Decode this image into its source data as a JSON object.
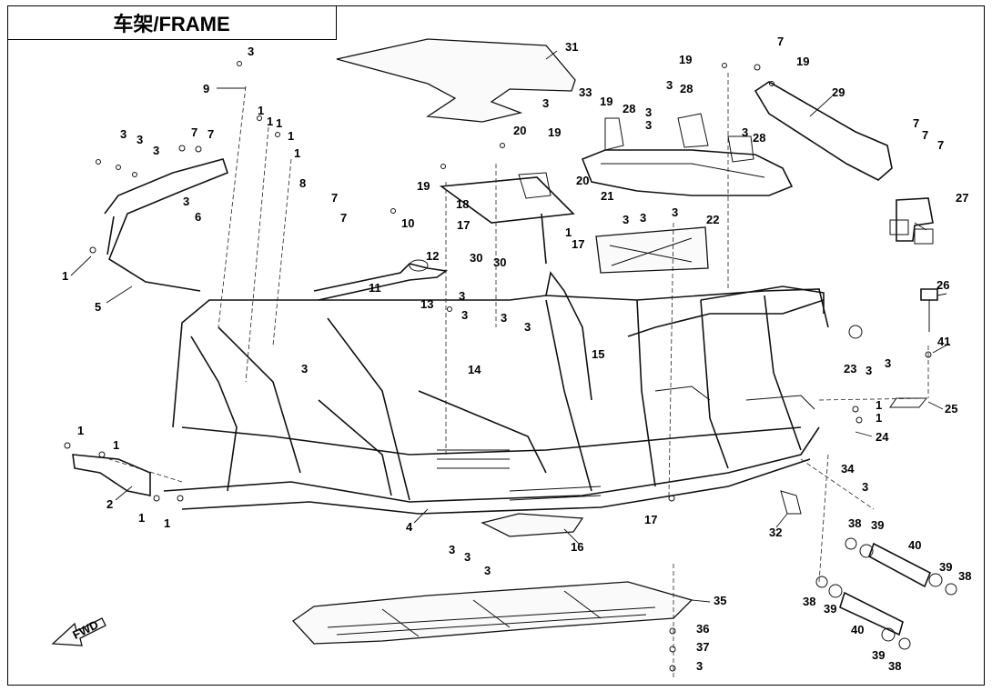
{
  "title": "车架/FRAME",
  "fwd_label": "FWD",
  "callouts": [
    {
      "id": "c9",
      "label": "9"
    },
    {
      "id": "c3a",
      "label": "3"
    },
    {
      "id": "c31",
      "label": "31"
    },
    {
      "id": "c33",
      "label": "33"
    },
    {
      "id": "c3b",
      "label": "3"
    },
    {
      "id": "c19a",
      "label": "19"
    },
    {
      "id": "c3c",
      "label": "3"
    },
    {
      "id": "c28a",
      "label": "28"
    },
    {
      "id": "c28b",
      "label": "28"
    },
    {
      "id": "c3d",
      "label": "3"
    },
    {
      "id": "c3e",
      "label": "3"
    },
    {
      "id": "c19b",
      "label": "19"
    },
    {
      "id": "c7a",
      "label": "7"
    },
    {
      "id": "c19c",
      "label": "19"
    },
    {
      "id": "c29",
      "label": "29"
    },
    {
      "id": "c28c",
      "label": "28"
    },
    {
      "id": "c3f",
      "label": "3"
    },
    {
      "id": "c7b",
      "label": "7"
    },
    {
      "id": "c7c",
      "label": "7"
    },
    {
      "id": "c7d",
      "label": "7"
    },
    {
      "id": "c1a",
      "label": "1"
    },
    {
      "id": "c1b",
      "label": "1"
    },
    {
      "id": "c1c",
      "label": "1"
    },
    {
      "id": "c1d",
      "label": "1"
    },
    {
      "id": "c1e",
      "label": "1"
    },
    {
      "id": "c3g",
      "label": "3"
    },
    {
      "id": "c3h",
      "label": "3"
    },
    {
      "id": "c3i",
      "label": "3"
    },
    {
      "id": "c7e",
      "label": "7"
    },
    {
      "id": "c7f",
      "label": "7"
    },
    {
      "id": "c8",
      "label": "8"
    },
    {
      "id": "c7g",
      "label": "7"
    },
    {
      "id": "c7h",
      "label": "7"
    },
    {
      "id": "c20a",
      "label": "20"
    },
    {
      "id": "c19d",
      "label": "19"
    },
    {
      "id": "c19e",
      "label": "19"
    },
    {
      "id": "c20b",
      "label": "20"
    },
    {
      "id": "c3j",
      "label": "3"
    },
    {
      "id": "c6",
      "label": "6"
    },
    {
      "id": "c18",
      "label": "18"
    },
    {
      "id": "c21",
      "label": "21"
    },
    {
      "id": "c27",
      "label": "27"
    },
    {
      "id": "c17a",
      "label": "17"
    },
    {
      "id": "c1f",
      "label": "1"
    },
    {
      "id": "c17b",
      "label": "17"
    },
    {
      "id": "c3k",
      "label": "3"
    },
    {
      "id": "c3l",
      "label": "3"
    },
    {
      "id": "c3m",
      "label": "3"
    },
    {
      "id": "c22",
      "label": "22"
    },
    {
      "id": "c1g",
      "label": "1"
    },
    {
      "id": "c10",
      "label": "10"
    },
    {
      "id": "c12",
      "label": "12"
    },
    {
      "id": "c30a",
      "label": "30"
    },
    {
      "id": "c30b",
      "label": "30"
    },
    {
      "id": "c5",
      "label": "5"
    },
    {
      "id": "c11",
      "label": "11"
    },
    {
      "id": "c26",
      "label": "26"
    },
    {
      "id": "c13",
      "label": "13"
    },
    {
      "id": "c3n",
      "label": "3"
    },
    {
      "id": "c3o",
      "label": "3"
    },
    {
      "id": "c3p",
      "label": "3"
    },
    {
      "id": "c3q",
      "label": "3"
    },
    {
      "id": "c41",
      "label": "41"
    },
    {
      "id": "c3r",
      "label": "3"
    },
    {
      "id": "c15",
      "label": "15"
    },
    {
      "id": "c23",
      "label": "23"
    },
    {
      "id": "c3s",
      "label": "3"
    },
    {
      "id": "c3t",
      "label": "3"
    },
    {
      "id": "c14",
      "label": "14"
    },
    {
      "id": "c25",
      "label": "25"
    },
    {
      "id": "c1h",
      "label": "1"
    },
    {
      "id": "c1i",
      "label": "1"
    },
    {
      "id": "c1j",
      "label": "1"
    },
    {
      "id": "c24",
      "label": "24"
    },
    {
      "id": "c1k",
      "label": "1"
    },
    {
      "id": "c2",
      "label": "2"
    },
    {
      "id": "c34",
      "label": "34"
    },
    {
      "id": "c3u",
      "label": "3"
    },
    {
      "id": "c1l",
      "label": "1"
    },
    {
      "id": "c1m",
      "label": "1"
    },
    {
      "id": "c4",
      "label": "4"
    },
    {
      "id": "c17c",
      "label": "17"
    },
    {
      "id": "c32",
      "label": "32"
    },
    {
      "id": "c38a",
      "label": "38"
    },
    {
      "id": "c39a",
      "label": "39"
    },
    {
      "id": "c16",
      "label": "16"
    },
    {
      "id": "c3v",
      "label": "3"
    },
    {
      "id": "c3w",
      "label": "3"
    },
    {
      "id": "c40a",
      "label": "40"
    },
    {
      "id": "c3x",
      "label": "3"
    },
    {
      "id": "c39b",
      "label": "39"
    },
    {
      "id": "c38b",
      "label": "38"
    },
    {
      "id": "c35",
      "label": "35"
    },
    {
      "id": "c38c",
      "label": "38"
    },
    {
      "id": "c39c",
      "label": "39"
    },
    {
      "id": "c40b",
      "label": "40"
    },
    {
      "id": "c36",
      "label": "36"
    },
    {
      "id": "c37",
      "label": "37"
    },
    {
      "id": "c3y",
      "label": "3"
    },
    {
      "id": "c39d",
      "label": "39"
    },
    {
      "id": "c38d",
      "label": "38"
    }
  ]
}
